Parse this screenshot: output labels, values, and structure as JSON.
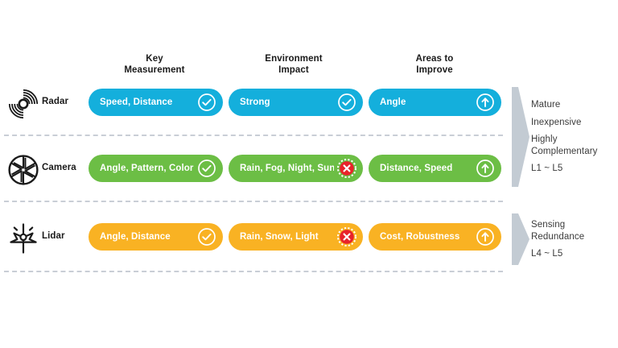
{
  "headers": [
    {
      "line1": "Key",
      "line2": "Measurement"
    },
    {
      "line1": "Environment",
      "line2": "Impact"
    },
    {
      "line1": "Areas to",
      "line2": "Improve"
    }
  ],
  "colors": {
    "radar": "#14AFDC",
    "camera": "#6CBE45",
    "lidar": "#F9B223",
    "check_white": "#ffffff",
    "cross_red": "#E8232A",
    "divider": "#c9ced6",
    "bracket": "#c3cbd3",
    "text_dark": "#231f20"
  },
  "rows": [
    {
      "sensor": "Radar",
      "icon": "radar-waves-icon",
      "color": "#14AFDC",
      "cells": [
        {
          "text": "Speed, Distance",
          "mark": "check-icon"
        },
        {
          "text": "Strong",
          "mark": "check-icon"
        },
        {
          "text": "Angle",
          "mark": "up-arrow-icon"
        }
      ]
    },
    {
      "sensor": "Camera",
      "icon": "camera-aperture-icon",
      "color": "#6CBE45",
      "cells": [
        {
          "text": "Angle, Pattern, Color",
          "mark": "check-icon"
        },
        {
          "text": "Rain, Fog, Night, Sun",
          "mark": "cross-icon"
        },
        {
          "text": "Distance, Speed",
          "mark": "up-arrow-icon"
        }
      ]
    },
    {
      "sensor": "Lidar",
      "icon": "lidar-scan-icon",
      "color": "#F9B223",
      "cells": [
        {
          "text": "Angle, Distance",
          "mark": "check-icon"
        },
        {
          "text": "Rain, Snow, Light",
          "mark": "cross-icon"
        },
        {
          "text": "Cost, Robustness",
          "mark": "up-arrow-icon"
        }
      ]
    }
  ],
  "brackets": [
    {
      "name": "mature-inexpensive-group",
      "lines": [
        "Mature",
        "Inexpensive",
        "Highly",
        "Complementary",
        "L1 ~ L5"
      ]
    },
    {
      "name": "sensing-redundancy-group",
      "lines": [
        "Sensing",
        "Redundance",
        "L4 ~ L5"
      ]
    }
  ]
}
